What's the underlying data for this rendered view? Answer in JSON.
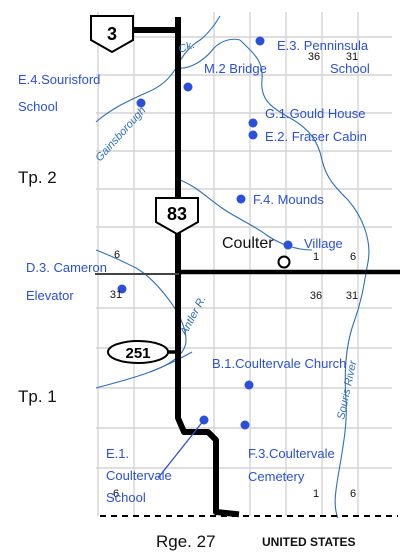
{
  "colors": {
    "label_blue": "#2b4fd8",
    "river_blue": "#2f6fb8",
    "grid": "#d4d4d4",
    "road": "#000000",
    "text": "#111111"
  },
  "highways": {
    "hwy3": "3",
    "hwy83": "83",
    "hwy251": "251"
  },
  "townships": {
    "tp2": "Tp. 2",
    "tp1": "Tp. 1"
  },
  "range": "Rge. 27",
  "border": "UNITED STATES",
  "town": {
    "name": "Coulter",
    "village": "Village"
  },
  "creek": "Ck.",
  "rivers": {
    "gainsborough": "Gainsborough",
    "antler": "Antler R.",
    "souris": "Souris River"
  },
  "section_numbers": {
    "top_36": "36",
    "top_31": "31",
    "mid_6a": "6",
    "mid_1": "1",
    "mid_6b": "6",
    "left_31": "31",
    "mid_36": "36",
    "mid_31": "31",
    "bot_6": "6",
    "bot_1": "1",
    "bot_6b": "6"
  },
  "sites": {
    "e3": [
      "E.3. Penninsula",
      "School"
    ],
    "m2": "M.2 Bridge",
    "e4": [
      "E.4.Sourisford",
      "School"
    ],
    "g1": "G.1.Gould House",
    "e2": "E.2. Fraser Cabin",
    "f4": "F.4. Mounds",
    "d3": [
      "D.3. Cameron",
      "Elevator"
    ],
    "b1": "B.1.Coultervale Church",
    "e1": [
      "E.1.",
      "Coultervale",
      "School"
    ],
    "f3": [
      "F.3.Coultervale",
      "Cemetery"
    ]
  }
}
